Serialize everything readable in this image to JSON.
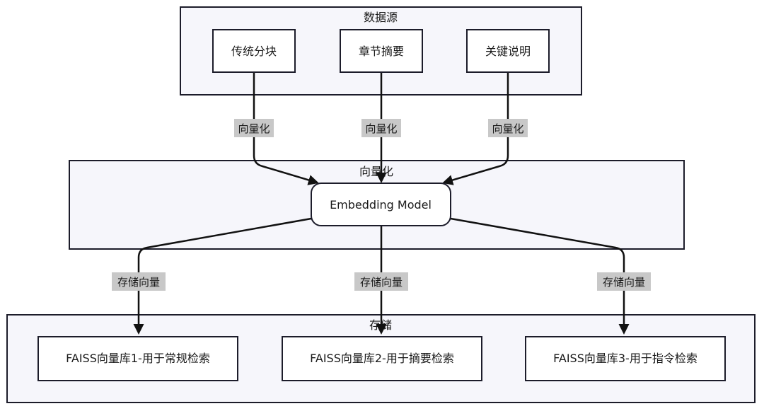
{
  "clusters": {
    "source": "数据源",
    "vectorize": "向量化",
    "storage": "存储"
  },
  "nodes": {
    "chunk": "传统分块",
    "summary": "章节摘要",
    "keyword": "关键说明",
    "model": "Embedding Model",
    "faiss1": "FAISS向量库1-用于常规检索",
    "faiss2": "FAISS向量库2-用于摘要检索",
    "faiss3": "FAISS向量库3-用于指令检索"
  },
  "edges": {
    "vectorize_label": "向量化",
    "store_label": "存储向量"
  },
  "colors": {
    "cluster_fill": "#f6f6fb",
    "stroke": "#1c1c2a",
    "label_bg": "#c8c8c8"
  }
}
